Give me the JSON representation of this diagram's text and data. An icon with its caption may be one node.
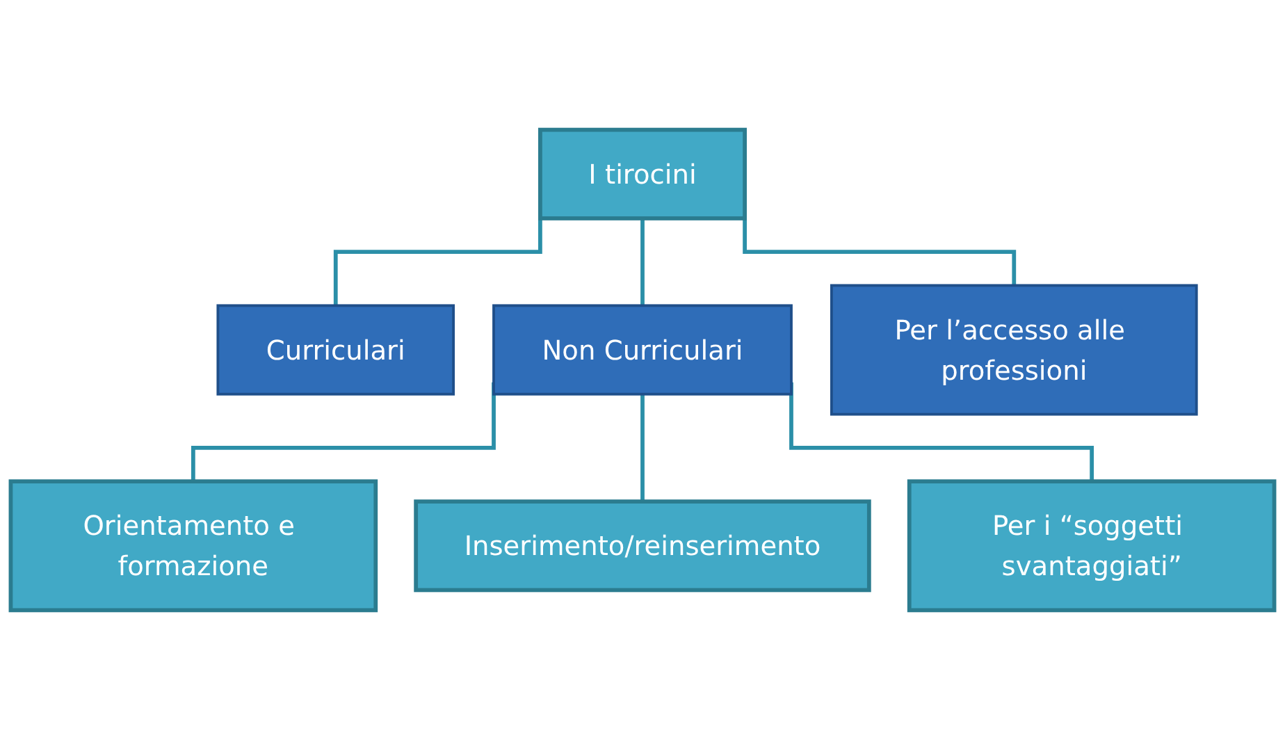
{
  "diagram": {
    "nodes": [
      {
        "text": [
          "I tirocini"
        ]
      },
      {
        "text": [
          "Curriculari"
        ]
      },
      {
        "text": [
          "Non Curriculari"
        ]
      },
      {
        "text": [
          "Per l’accesso alle professioni"
        ]
      },
      {
        "text": [
          "Orientamento e formazione"
        ]
      },
      {
        "text": [
          "Inserimento/reinserimento"
        ]
      },
      {
        "text": [
          "Per i “soggetti svantaggiati”"
        ]
      }
    ],
    "edges": [
      {
        "from": 0,
        "to": 1,
        "arrow": "none"
      },
      {
        "from": 0,
        "to": 2,
        "arrow": "none"
      },
      {
        "from": 0,
        "to": 3,
        "arrow": "none"
      },
      {
        "from": 2,
        "to": 4,
        "arrow": "none"
      },
      {
        "from": 2,
        "to": 5,
        "arrow": "none"
      },
      {
        "from": 2,
        "to": 6,
        "arrow": "none"
      }
    ]
  }
}
